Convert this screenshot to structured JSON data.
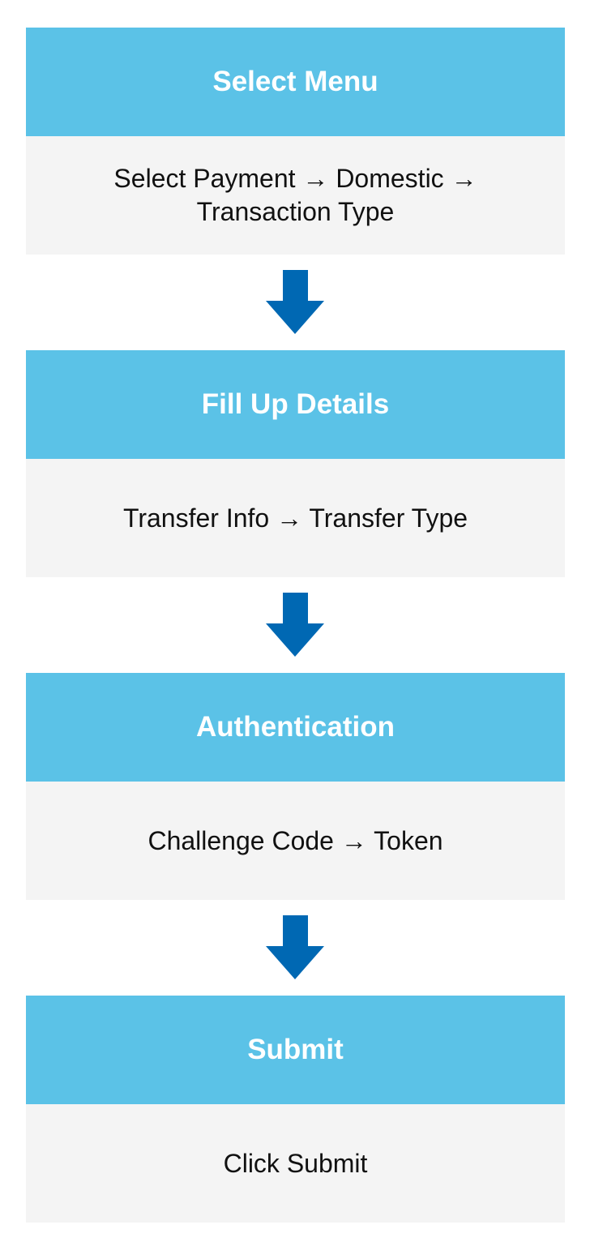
{
  "colors": {
    "header": "#5BC2E7",
    "body": "#F4F4F4",
    "arrow": "#0068B3"
  },
  "steps": [
    {
      "title": "Select Menu",
      "detail": "Select Payment → Domestic → Transaction Type"
    },
    {
      "title": "Fill Up Details",
      "detail": "Transfer Info → Transfer Type"
    },
    {
      "title": "Authentication",
      "detail": "Challenge Code → Token"
    },
    {
      "title": "Submit",
      "detail": "Click Submit"
    }
  ]
}
